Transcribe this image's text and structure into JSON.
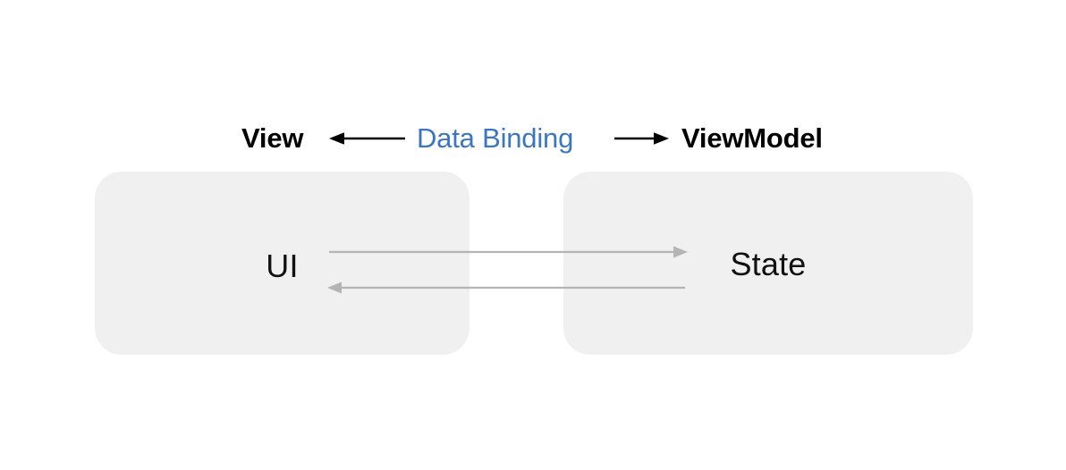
{
  "diagram": {
    "title": "MVVM Data Binding Diagram",
    "background_color": "#ffffff",
    "header": {
      "left_label": "View",
      "center_label": "Data Binding",
      "right_label": "ViewModel",
      "center_color": "#3b76c4",
      "label_color": "#000000",
      "arrow_color": "#000000",
      "left_arrow_direction": "left",
      "right_arrow_direction": "right"
    },
    "panels": [
      {
        "id": "view",
        "label": "UI",
        "fill_color": "#f0f0f0",
        "corner_radius": 30
      },
      {
        "id": "viewmodel",
        "label": "State",
        "fill_color": "#f0f0f0",
        "corner_radius": 30
      }
    ],
    "flow_arrows": [
      {
        "id": "ui-to-state",
        "direction": "right",
        "from": "UI",
        "to": "State",
        "color": "#b4b4b4"
      },
      {
        "id": "state-to-ui",
        "direction": "left",
        "from": "State",
        "to": "UI",
        "color": "#b4b4b4"
      }
    ]
  }
}
